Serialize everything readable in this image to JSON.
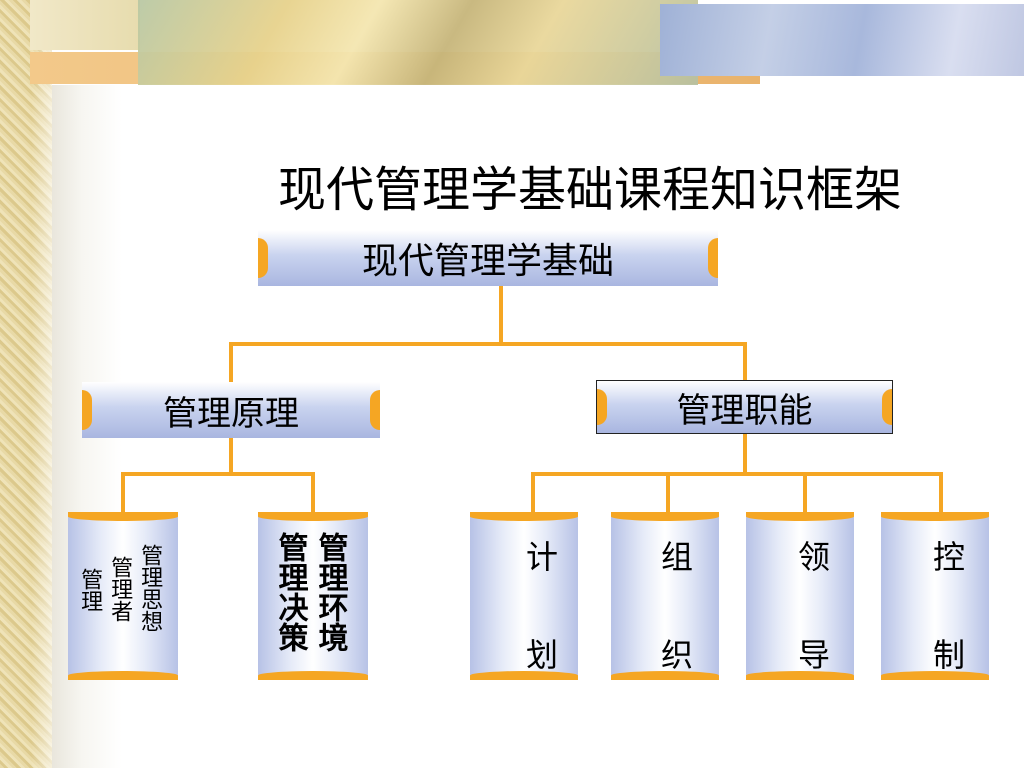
{
  "title": "现代管理学基础课程知识框架",
  "root": {
    "label": "现代管理学基础"
  },
  "branches": [
    {
      "label": "管理原理",
      "children": [
        "管理思想",
        "管理者",
        "管理",
        "管理环境",
        "管理决策"
      ]
    },
    {
      "label": "管理职能",
      "children": [
        {
          "top": "计",
          "bottom": "划"
        },
        {
          "top": "组",
          "bottom": "织"
        },
        {
          "top": "领",
          "bottom": "导"
        },
        {
          "top": "控",
          "bottom": "制"
        }
      ]
    }
  ],
  "colors": {
    "connector": "#f5a623",
    "box_fill": "#c9d3ef",
    "text": "#000000"
  }
}
